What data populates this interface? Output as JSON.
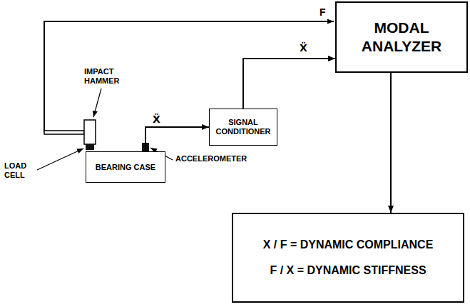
{
  "diagram": {
    "nodes": [
      {
        "text": [
          "MODAL ANALYZER"
        ]
      },
      {
        "text": [
          "SIGNAL CONDITIONER"
        ]
      },
      {
        "text": [
          "BEARING CASE"
        ]
      },
      {
        "text": [
          "X / F = DYNAMIC COMPLIANCE",
          "F / X = DYNAMIC STIFFNESS"
        ]
      }
    ],
    "edges": [
      {
        "from": 2,
        "to": 1,
        "label": "Ẍ",
        "arrow": "to"
      },
      {
        "from": 1,
        "to": 0,
        "label": "Ẍ",
        "arrow": "to"
      },
      {
        "from": 0,
        "to": 3,
        "arrow": "to"
      }
    ],
    "labels": [
      "F",
      "IMPACT HAMMER",
      "LOAD CELL",
      "ACCELEROMETER"
    ]
  }
}
